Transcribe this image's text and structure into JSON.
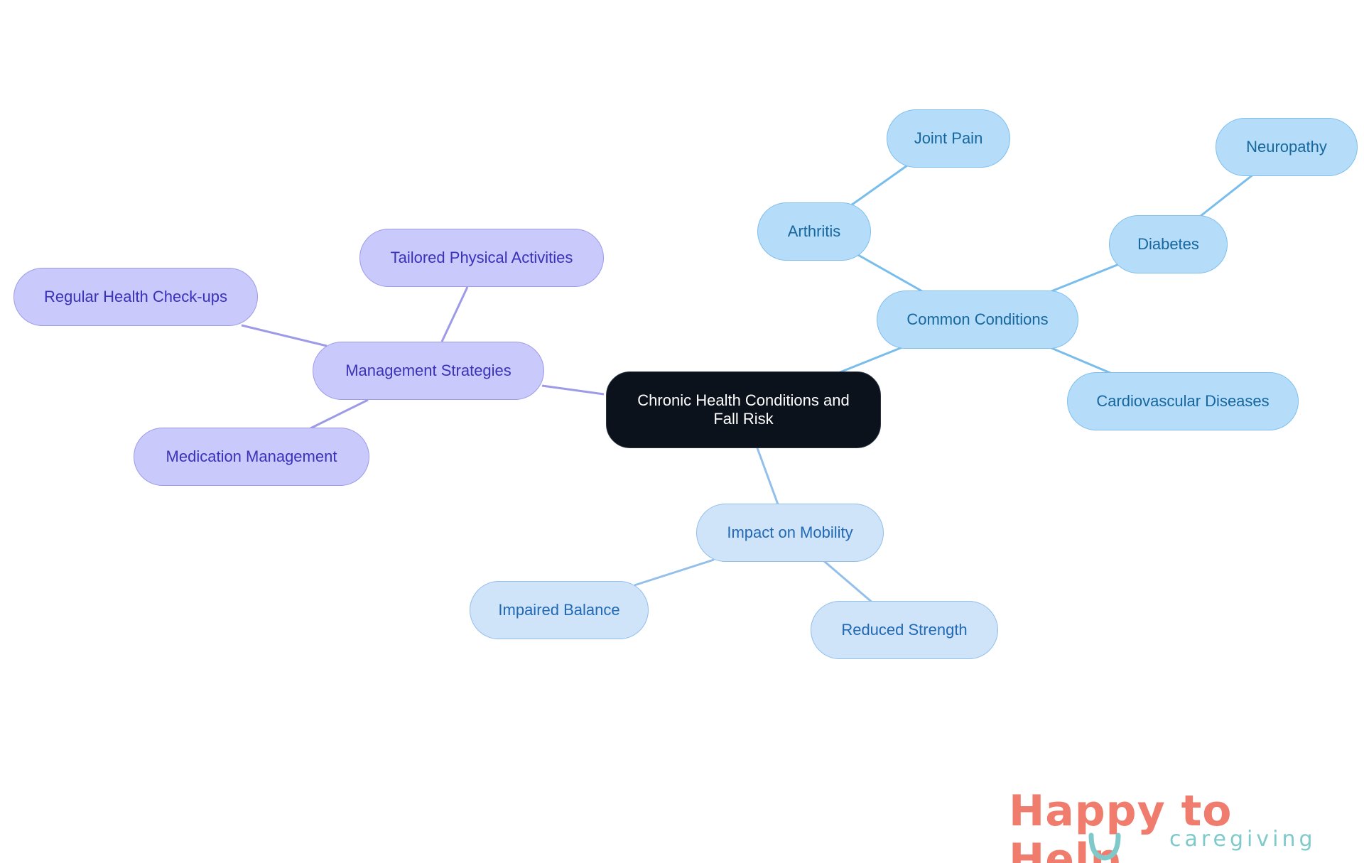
{
  "diagram": {
    "root": {
      "label": "Chronic Health Conditions and Fall Risk"
    },
    "branches": {
      "management": {
        "label": "Management Strategies",
        "children": [
          "Tailored Physical Activities",
          "Regular Health Check-ups",
          "Medication Management"
        ]
      },
      "conditions": {
        "label": "Common Conditions",
        "children": {
          "arthritis": {
            "label": "Arthritis",
            "children": [
              "Joint Pain"
            ]
          },
          "diabetes": {
            "label": "Diabetes",
            "children": [
              "Neuropathy"
            ]
          },
          "cardio": {
            "label": "Cardiovascular Diseases"
          }
        }
      },
      "mobility": {
        "label": "Impact on Mobility",
        "children": [
          "Impaired Balance",
          "Reduced Strength"
        ]
      }
    },
    "colors": {
      "root_fill": "#0b121c",
      "management_fill": "#c9c9fb",
      "conditions_fill": "#b5ddf9",
      "mobility_fill": "#cfe3f9"
    }
  },
  "logo": {
    "name": "Happy to Help",
    "tagline": "caregiving",
    "colors": {
      "primary": "#ef7c6c",
      "secondary": "#7fc9cb"
    }
  }
}
